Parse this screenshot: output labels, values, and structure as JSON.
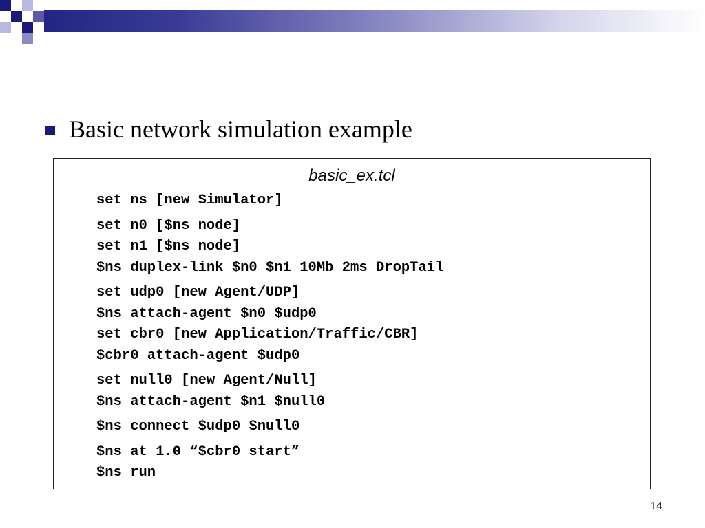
{
  "slide": {
    "bullet_text": "Basic network simulation example",
    "code_box": {
      "filename": "basic_ex.tcl",
      "groups": [
        [
          "set ns [new Simulator]"
        ],
        [
          "set n0 [$ns node]",
          "set n1 [$ns node]",
          "$ns duplex-link $n0 $n1 10Mb 2ms DropTail"
        ],
        [
          "set udp0 [new Agent/UDP]",
          "$ns attach-agent $n0 $udp0",
          "set cbr0 [new Application/Traffic/CBR]",
          "$cbr0 attach-agent $udp0"
        ],
        [
          "set null0 [new Agent/Null]",
          "$ns attach-agent $n1 $null0"
        ],
        [
          "$ns connect $udp0 $null0"
        ],
        [
          "$ns at 1.0 “$cbr0 start”",
          "$ns run"
        ]
      ]
    },
    "page_number": "14"
  },
  "colors": {
    "theme_dark_blue": "#1a1a7a",
    "theme_mid_blue": "#5a5aa8",
    "theme_light_blue": "#b8b8e0"
  }
}
